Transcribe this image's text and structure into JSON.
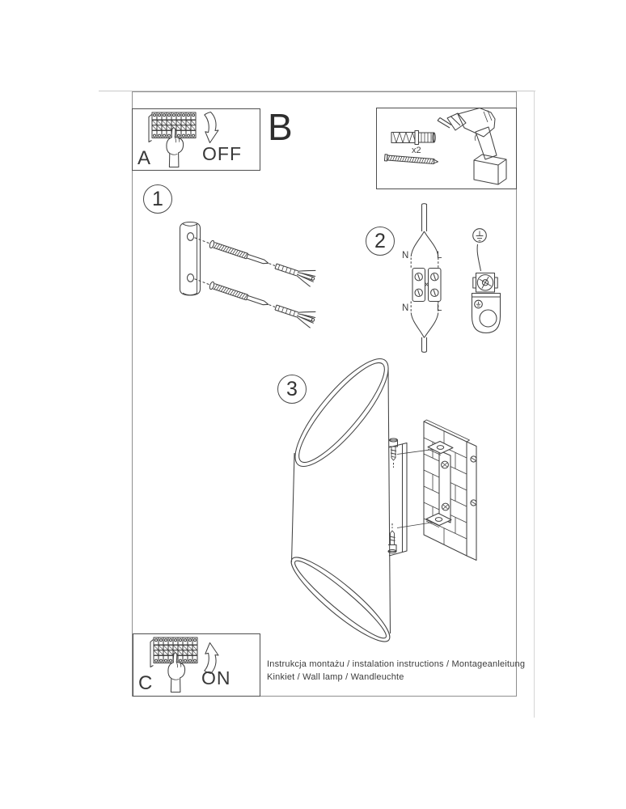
{
  "document": {
    "power_off_box": {
      "corner_label": "A",
      "action_label": "OFF"
    },
    "section_label": "B",
    "tools_box": {
      "anchor_quantity": "x2"
    },
    "power_on_box": {
      "corner_label": "C",
      "action_label": "ON"
    },
    "steps": {
      "step1": "1",
      "step2": "2",
      "step3": "3"
    },
    "wiring": {
      "neutral": "N",
      "live": "L"
    },
    "footer": {
      "line1": "Instrukcja montażu / instalation instructions / Montageanleitung",
      "line2": "Kinkiet / Wall lamp / Wandleuchte"
    },
    "colors": {
      "ink": "#424242",
      "frame_line": "#8f8f8f"
    }
  }
}
